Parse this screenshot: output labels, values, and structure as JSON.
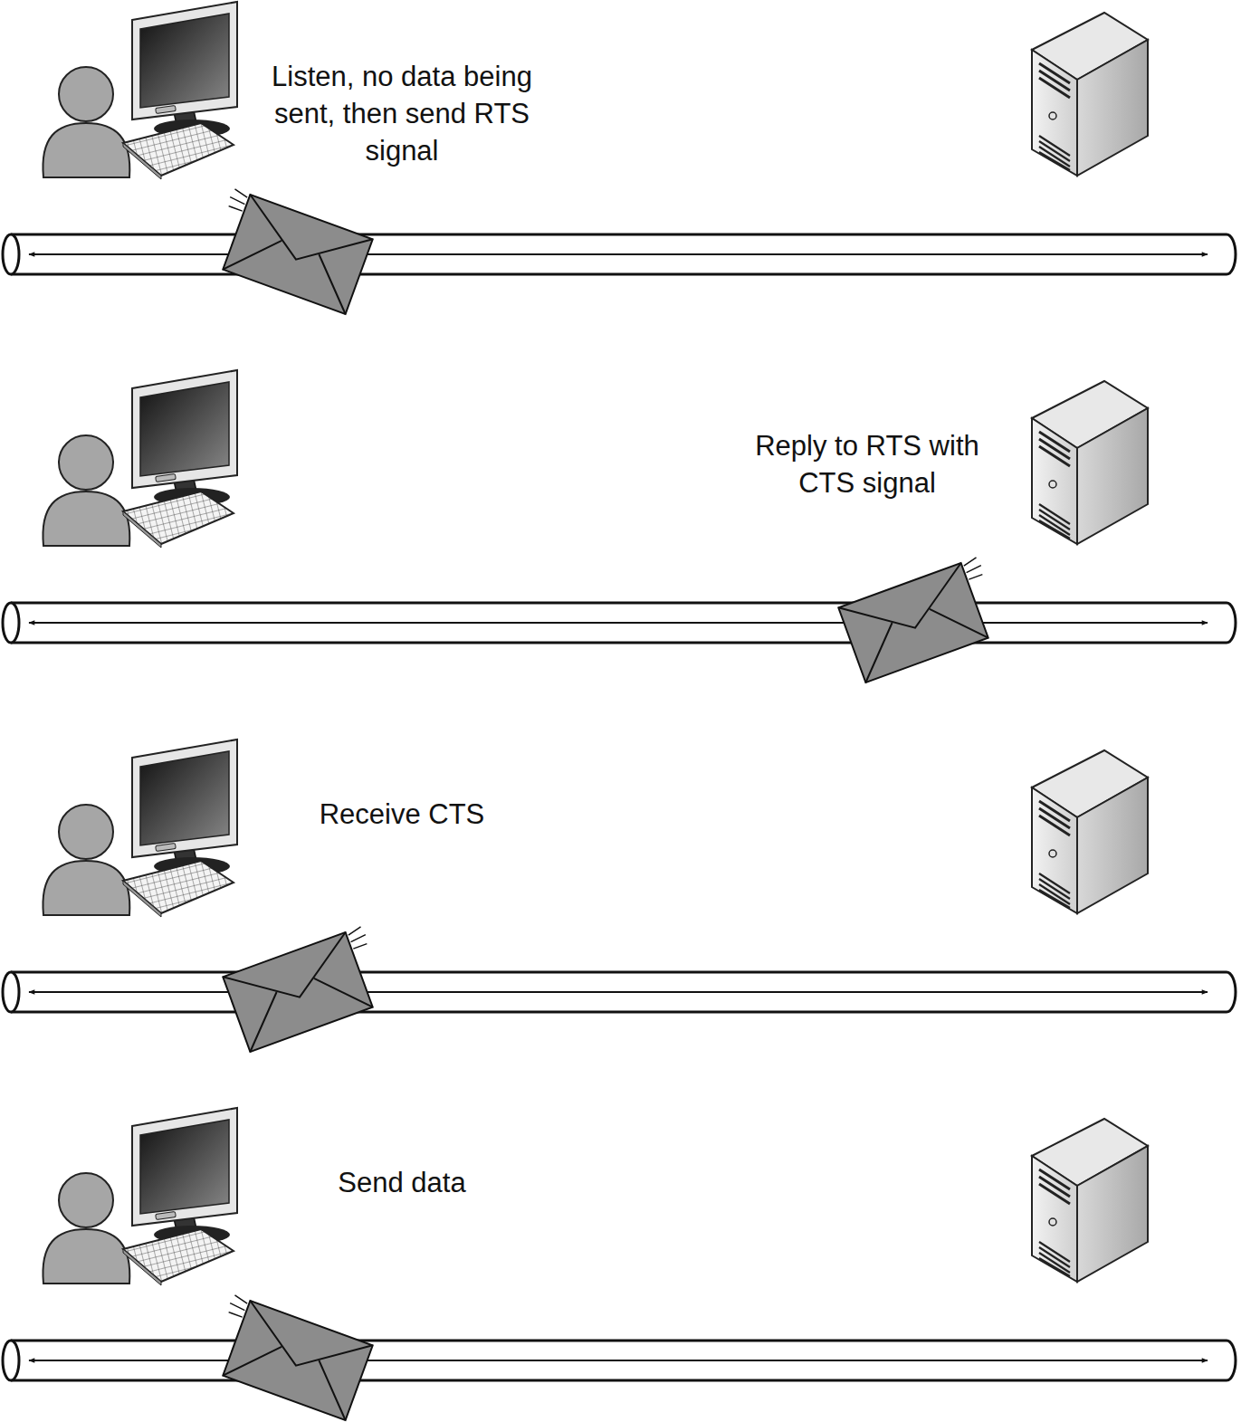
{
  "diagram": {
    "labels": [
      "Listen, no data being sent, then send RTS signal",
      "Reply to RTS with CTS signal",
      "Receive CTS",
      "Send data"
    ]
  }
}
